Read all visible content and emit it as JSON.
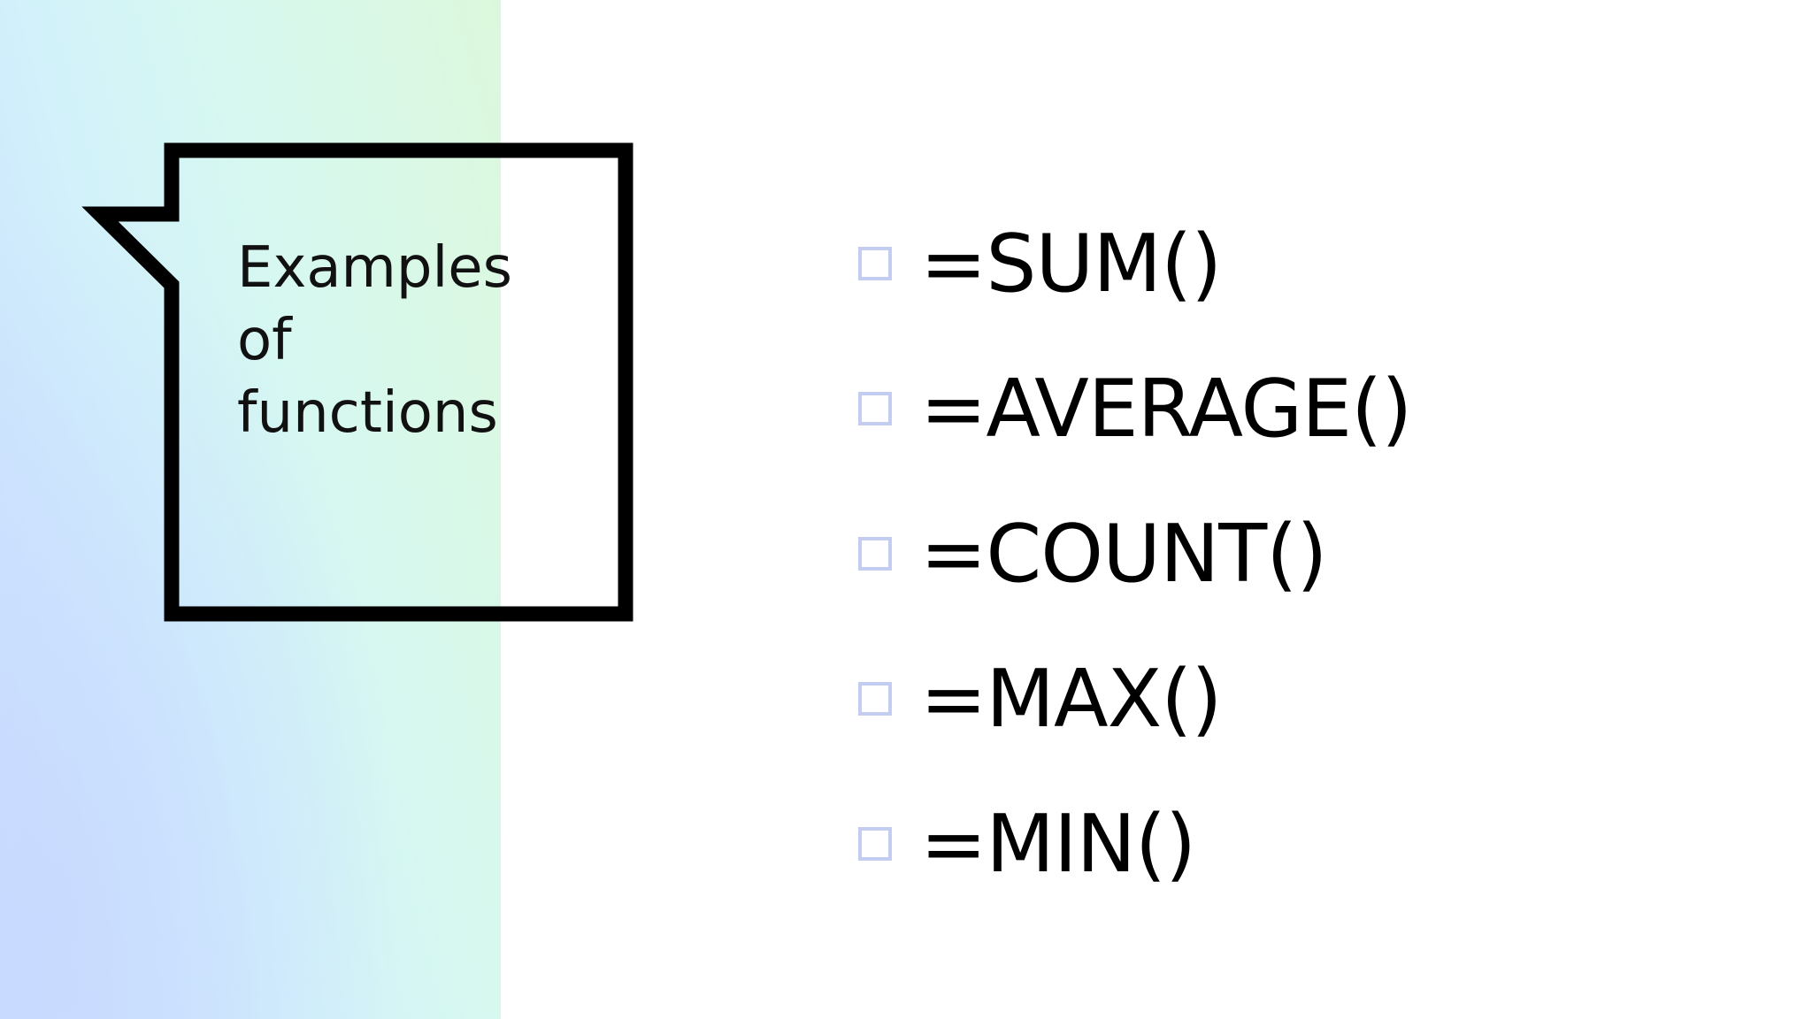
{
  "callout": {
    "text": "Examples of functions"
  },
  "functions": [
    {
      "label": "=SUM()"
    },
    {
      "label": "=AVERAGE()"
    },
    {
      "label": "=COUNT()"
    },
    {
      "label": "=MAX()"
    },
    {
      "label": "=MIN()"
    }
  ],
  "colors": {
    "bullet_border": "#c3cdf2",
    "text": "#000000",
    "callout_border": "#000000"
  },
  "icons": {
    "bullet": "hollow-square-icon"
  }
}
